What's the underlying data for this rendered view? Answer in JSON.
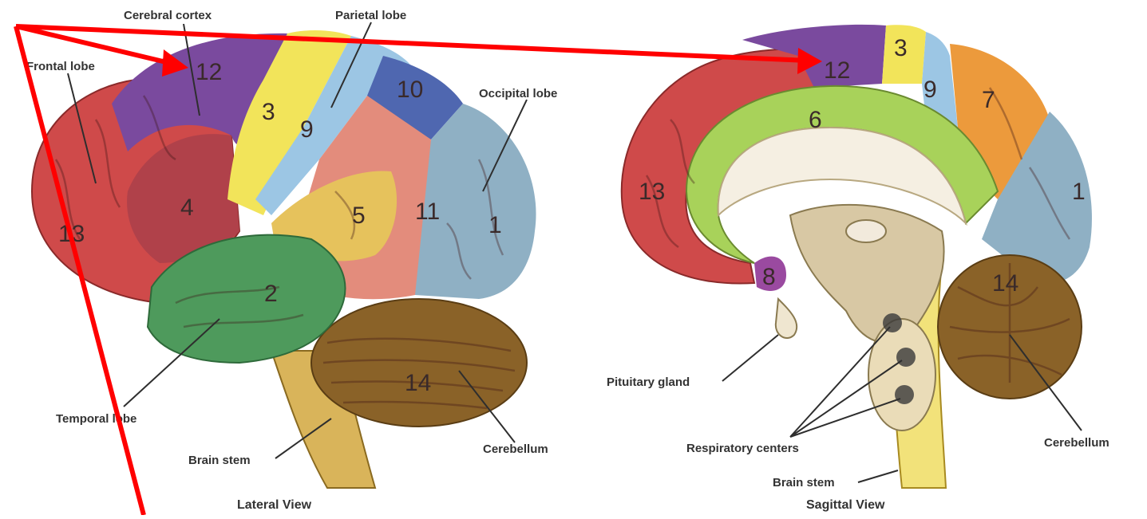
{
  "figure": {
    "colors": {
      "region_1": "#8fb0c4",
      "region_2": "#4e9a5c",
      "region_3": "#f2e45a",
      "region_4": "#b0414a",
      "region_5": "#e6c25c",
      "region_6": "#a8d25a",
      "region_7": "#ec9a3c",
      "region_8": "#9a4aa0",
      "region_9": "#9cc6e4",
      "region_10": "#4f67b0",
      "region_11": "#e38c7c",
      "region_12": "#7a4a9e",
      "region_13": "#cf4a4a",
      "region_14": "#8a6228",
      "annotation_red": "#ff0000"
    },
    "lateral": {
      "caption": "Lateral View",
      "labels": {
        "cerebral_cortex": "Cerebral cortex",
        "parietal_lobe": "Parietal lobe",
        "frontal_lobe": "Frontal lobe",
        "occipital_lobe": "Occipital lobe",
        "temporal_lobe": "Temporal lobe",
        "brain_stem": "Brain stem",
        "cerebellum": "Cerebellum"
      },
      "numbers": {
        "n12": "12",
        "n3": "3",
        "n9": "9",
        "n10": "10",
        "n4": "4",
        "n5": "5",
        "n11": "11",
        "n1": "1",
        "n13": "13",
        "n2": "2",
        "n14": "14"
      }
    },
    "sagittal": {
      "caption": "Sagittal View",
      "labels": {
        "pituitary_gland": "Pituitary gland",
        "respiratory_centers": "Respiratory centers",
        "brain_stem": "Brain stem",
        "cerebellum": "Cerebellum"
      },
      "numbers": {
        "n12": "12",
        "n3": "3",
        "n9": "9",
        "n7": "7",
        "n6": "6",
        "n13": "13",
        "n1": "1",
        "n8": "8",
        "n14": "14"
      }
    }
  }
}
